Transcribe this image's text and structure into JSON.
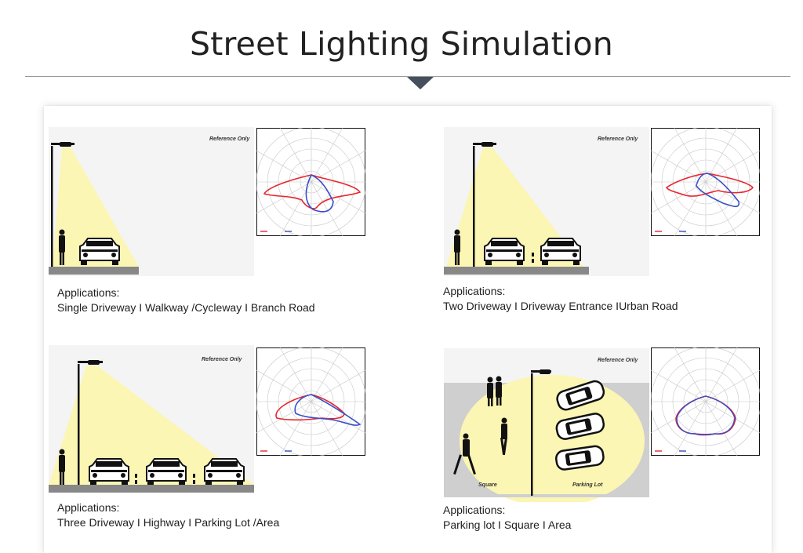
{
  "page_title": "Street Lighting Simulation",
  "reference_label": "Reference Only",
  "applications_label": "Applications:",
  "panels": [
    {
      "applications": "Single Driveway I Walkway /Cycleway I Branch Road"
    },
    {
      "applications": "Two Driveway I Driveway Entrance IUrban Road"
    },
    {
      "applications": "Three Driveway I Highway I Parking Lot /Area"
    },
    {
      "applications": "Parking lot I Square I Area",
      "area_labels": [
        "Square",
        "Parking Lot"
      ]
    }
  ],
  "colors": {
    "light_beam": "#fbf6b3",
    "curve_red": "#e8262f",
    "curve_blue": "#3a4ec8",
    "arrow": "#45505c"
  }
}
